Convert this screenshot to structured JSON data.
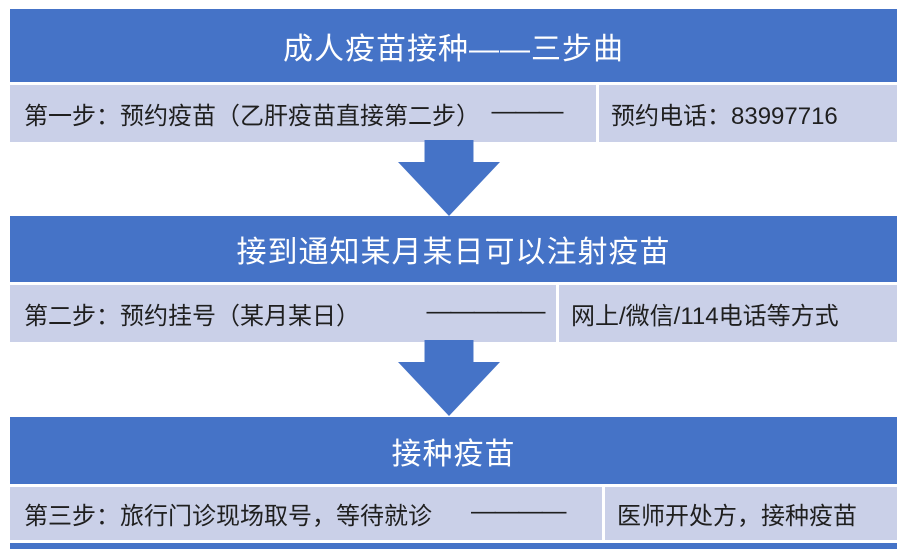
{
  "colors": {
    "primary": "#4573C7",
    "light_row": "#CAD0E8",
    "header_text": "#FFFFFF",
    "body_text": "#1F1F1F"
  },
  "sections": [
    {
      "title": "成人疫苗接种——三步曲",
      "left_text": "第一步：预约疫苗（乙肝疫苗直接第二步）",
      "dash": "———",
      "right_text": "预约电话：83997716"
    },
    {
      "title": "接到通知某月某日可以注射疫苗",
      "left_text": "第二步：预约挂号（某月某日）",
      "dash": "—————",
      "right_text": "网上/微信/114电话等方式"
    },
    {
      "title": "接种疫苗",
      "left_text": "第三步：旅行门诊现场取号，等待就诊",
      "dash": "————",
      "right_text": "医师开处方，接种疫苗"
    }
  ]
}
